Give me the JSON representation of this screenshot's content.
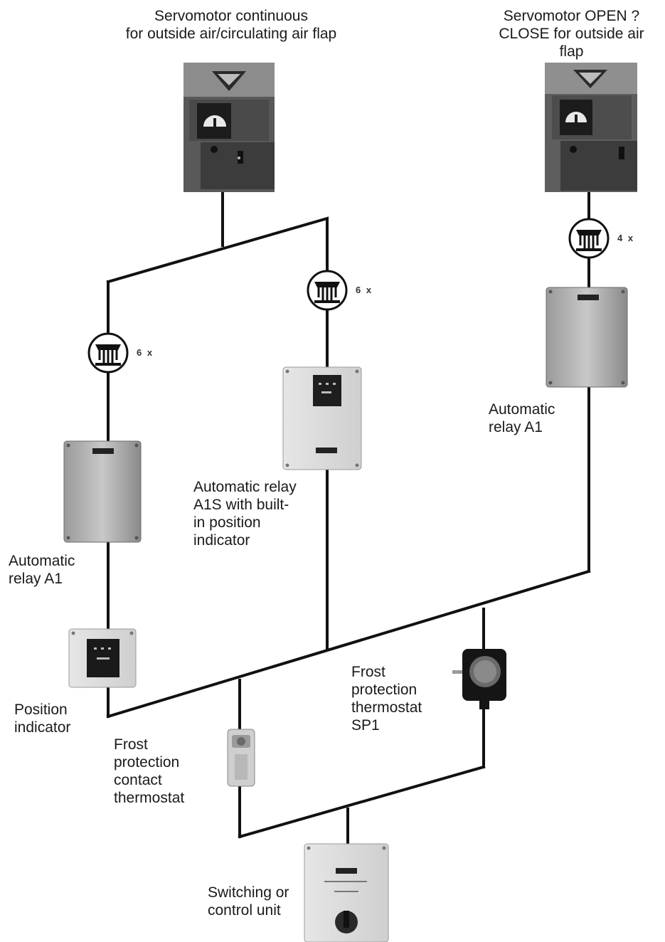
{
  "labels": {
    "servo_continuous": [
      "Servomotor continuous",
      "for outside air/circulating air flap"
    ],
    "servo_openclose": [
      "Servomotor OPEN ?",
      "CLOSE for outside air",
      "flap"
    ],
    "relay_a1_left": [
      "Automatic",
      "relay A1"
    ],
    "relay_a1s": [
      "Automatic relay",
      "A1S with built-",
      "in position",
      "indicator"
    ],
    "relay_a1_right": [
      "Automatic",
      "relay A1"
    ],
    "position_indicator": [
      "Position",
      "indicator"
    ],
    "frost_contact": [
      "Frost",
      "protection",
      "contact",
      "thermostat"
    ],
    "frost_sp1": [
      "Frost",
      "protection",
      "thermostat",
      "SP1"
    ],
    "switching_unit": [
      "Switching or",
      "control unit"
    ]
  },
  "cable_counts": {
    "left": "6 x",
    "middle": "6 x",
    "right": "4 x"
  },
  "colors": {
    "wire": "#111111",
    "device_dark": "#4a4a4a",
    "device_light": "#d8d8d8"
  }
}
